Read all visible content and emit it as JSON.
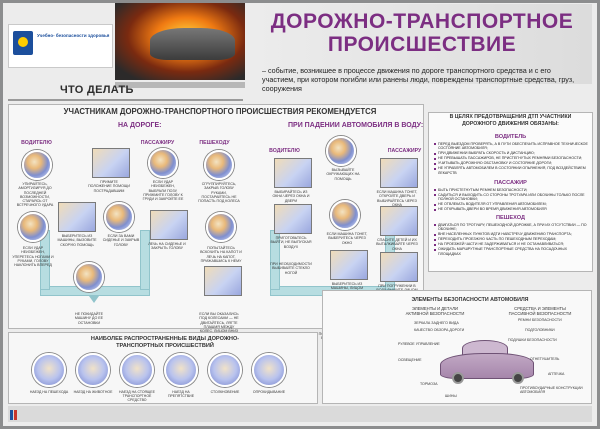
{
  "header": {
    "logo_text": "Учебно- безопасности здоровья",
    "title": "ДОРОЖНО-ТРАНСПОРТНОЕ ПРОИСШЕСТВИЕ",
    "section_left": "ЧТО ДЕЛАТЬ",
    "definition": "– событие, возникшее в процессе движения по дороге транспортного средства и с его участием, при котором погибли или ранены люди, повреждены транспортные средства, груз, сооружения"
  },
  "main": {
    "heading": "УЧАСТНИКАМ ДОРОЖНО-ТРАНСПОРТНОГО ПРОИСШЕСТВИЯ РЕКОМЕНДУЕТСЯ",
    "on_road": "НА ДОРОГЕ:",
    "into_water": "ПРИ ПАДЕНИИ АВТОМОБИЛЯ В ВОДУ:",
    "road_cols": [
      "ВОДИТЕЛЮ",
      "ПАССАЖИРУ",
      "ПЕШЕХОДУ"
    ],
    "water_cols": [
      "ВОДИТЕЛЮ",
      "ПАССАЖИРУ"
    ],
    "road_caps": [
      "УПИРАЙТЕСЬ, АМОРТИЗИРУЯ ДО ПОСЛЕДНЕЙ ВОЗМОЖНОСТИ, СТАРАЯСЬ ОТ ВСТРЕЧНОГО УДАРА",
      "ПРИМИТЕ ПОЛОЖЕНИЕ ПОМОЩИ ПОСТРАДАВШИМ",
      "ЕСЛИ УДАР НЕИЗБЕЖЕН, ВЫБРАЛИ ПОЗУ, ПРИЖМИТЕ ГОЛОВУ К ГРУДИ И ЗАКРОЙТЕ ЕЕ",
      "СГРУППИРУЙТЕСЬ, ЗАКРЫВ ГОЛОВУ РУКАМИ, ПОСТАРАЙТЕСЬ НЕ ПОПАСТЬ ПОД КОЛЕСА",
      "ВЫБЕРИТЕСЬ ИЗ МАШИНЫ, ВЫЗОВИТЕ СКОРУЮ ПОМОЩЬ",
      "ЕСЛИ ЗА ВАМИ СИДЕНЬЕ И ЗАКРЫВ ГОЛОВУ",
      "ЕСЛИ УДАР НЕИЗБЕЖЕН, УПЕРЕТЕСЬ НОГАМИ И РУКАМИ, ГОЛОВУ НАКЛОНИТЬ ВПЕРЕД",
      "ЛЕЧЬ НА СИДЕНЬЕ И ЗАКРЫТЬ ГОЛОВУ",
      "ПОПЫТАЙТЕСЬ ВСКОЧИТЬ НА КАПОТ И ЛЕЧЬ НА КАПОТ, ПРИЖАВШИСЬ К НЕМУ",
      "НЕ ПОКИДАЙТЕ МАШИНУ ДО ЕЕ ОСТАНОВКИ",
      "ЕСЛИ ВЫ ОКАЗАЛИСЬ ПОД КОЛЕСАМИ — НЕ ДВИГАЙТЕСЬ, ЛЯГТЕ ПЛАШМЯ МЕЖДУ КОЛЕС, ЛИЦОМ ВНИЗ"
    ],
    "water_caps": [
      "ВЫБИРАЙТЕСЬ ИЗ ОКНА ЧЕРЕЗ ОКНА И ДВЕРИ",
      "ВЫЗЫВАЙТЕ ОКРУЖАЮЩИХ НА ПОМОЩЬ",
      "ЕСЛИ МАШИНА ТОНЕТ, ОТКРОЙТЕ ДВЕРЬ И ВЫБИРАЙТЕСЬ ЧЕРЕЗ ОКНА",
      "ЕСЛИ МАШИНА ТОНЕТ, ВЫБЕРИТЕСЬ ЧЕРЕЗ ОКНО",
      "ПРИГОТОВЬТЕСЬ ВЫЙТИ, НЕ ВЫПУСКАЯ ВОЗДУХ",
      "СПАСИТЕ ДЕТЕЙ И ИХ ВЫТАЛКИВАЙТЕ ЧЕРЕЗ ОКНА",
      "ВЫБЕРИТЕСЬ ИЗ МАШИНЫ, ЛИЦОМ ВВЕРХ",
      "ПРИ ПОГРУЖЕНИИ В ВОДУ ДЫШИТЕ ЛИЦОМ ВВЕРХ",
      "ПРИ НЕОБХОДИМОСТИ ВЫБИВАЙТЕ СТЕКЛО НОГОЙ",
      "ПОСЛЕ ЗАПОЛНЕНИЯ САЛОНА ВОДОЙ ОТКРОЙТЕ ДВЕРЬ И ВЫБИРАЙТЕСЬ"
    ]
  },
  "obligations": {
    "title": "В ЦЕЛЯХ ПРЕДОТВРАЩЕНИЯ ДТП УЧАСТНИКИ ДОРОЖНОГО ДВИЖЕНИЯ ОБЯЗАНЫ:",
    "driver_head": "ВОДИТЕЛЬ",
    "driver_items": [
      "ПЕРЕД ВЫЕЗДОМ ПРОВЕРЯТЬ, А В ПУТИ ОБЕСПЕЧИТЬ ИСПРАВНОЕ ТЕХНИЧЕСКОЕ СОСТОЯНИЕ АВТОМОБИЛЯ;",
      "ПРИ ДВИЖЕНИИ ВЫБРАТЬ СКОРОСТЬ И ДИСТАНЦИЮ;",
      "НЕ ПРЕВЫШАТЬ ПАССАЖИРОВ, НЕ ПРИСТЕГНУТЫХ РЕМНЯМИ БЕЗОПАСНОСТИ;",
      "УЧИТЫВАТЬ ДОРОЖНУЮ ОБСТАНОВКУ И СОСТОЯНИЕ ДОРОГИ;",
      "НЕ УПРАВЛЯТЬ АВТОМОБИЛЕМ В СОСТОЯНИИ ОПЬЯНЕНИЯ, ПОД ВОЗДЕЙСТВИЕМ ЛЕКАРСТВ"
    ],
    "passenger_head": "ПАССАЖИР",
    "passenger_items": [
      "БЫТЬ ПРИСТЕГНУТЫМ РЕМНЕМ БЕЗОПАСНОСТИ;",
      "САДИТЬСЯ И ВЫХОДИТЬ СО СТОРОНЫ ТРОТУАРА ИЛИ ОБОЧИНЫ ТОЛЬКО ПОСЛЕ ПОЛНОЙ ОСТАНОВКИ;",
      "НЕ ОТВЛЕКАТЬ ВОДИТЕЛЯ ОТ УПРАВЛЕНИЯ АВТОМОБИЛЕМ;",
      "НЕ ОТКРЫВАТЬ ДВЕРИ ВО ВРЕМЯ ДВИЖЕНИЯ АВТОМОБИЛЯ"
    ],
    "pedestrian_head": "ПЕШЕХОД",
    "pedestrian_items": [
      "ДВИГАТЬСЯ ПО ТРОТУАРУ, ПЕШЕХОДНОЙ ДОРОЖКЕ, А ПРИ ИХ ОТСУТСТВИИ — ПО ОБОЧИНЕ;",
      "ВНЕ НАСЕЛЕННЫХ ПУНКТОВ ИДТИ НАВСТРЕЧУ ДВИЖЕНИЮ ТРАНСПОРТА;",
      "ПЕРЕХОДИТЬ ПРОЕЗЖУЮ ЧАСТЬ ПО ПЕШЕХОДНЫМ ПЕРЕХОДАМ;",
      "НА ПРОЕЗЖЕЙ ЧАСТИ НЕ ЗАДЕРЖИВАТЬСЯ И НЕ ОСТАНАВЛИВАТЬСЯ;",
      "ОЖИДАТЬ МАРШРУТНЫЕ ТРАНСПОРТНЫЕ СРЕДСТВА НА ПОСАДОЧНЫХ ПЛОЩАДКАХ"
    ]
  },
  "types": {
    "heading": "НАИБОЛЕЕ РАСПРОСТРАНЕННЫЕ ВИДЫ ДОРОЖНО-ТРАНСПОРТНЫХ ПРОИСШЕСТВИЙ",
    "items": [
      "НАЕЗД НА ПЕШЕХОДА",
      "НАЕЗД НА ЖИВОТНОЕ",
      "НАЕЗД НА СТОЯЩЕЕ ТРАНСПОРТНОЕ СРЕДСТВО",
      "НАЕЗД НА ПРЕПЯТСТВИЕ",
      "СТОЛКНОВЕНИЕ",
      "ОПРОКИДЫВАНИЕ"
    ]
  },
  "elements": {
    "heading": "ЭЛЕМЕНТЫ БЕЗОПАСНОСТИ АВТОМОБИЛЯ",
    "active": "ЭЛЕМЕНТЫ И ДЕТАЛИ АКТИВНОЙ БЕЗОПАСНОСТИ",
    "passive": "СРЕДСТВА И ЭЛЕМЕНТЫ ПАССИВНОЙ БЕЗОПАСНОСТИ",
    "left_items": [
      "ЗЕРКАЛА ЗАДНЕГО ВИДА",
      "КАЧЕСТВО ОБЗОРА ДОРОГИ",
      "РУЛЕВОЕ УПРАВЛЕНИЕ",
      "ОСВЕЩЕНИЕ",
      "ТОРМОЗА",
      "ШИНЫ"
    ],
    "right_items": [
      "РЕМНИ БЕЗОПАСНОСТИ",
      "ПОДГОЛОВНИКИ",
      "ПОДУШКИ БЕЗОПАСНОСТИ",
      "ОГНЕТУШИТЕЛЬ",
      "АПТЕЧКА",
      "ПРОТИВОУДАРНЫЕ КОНСТРУКЦИИ АВТОМОБИЛЯ"
    ]
  }
}
